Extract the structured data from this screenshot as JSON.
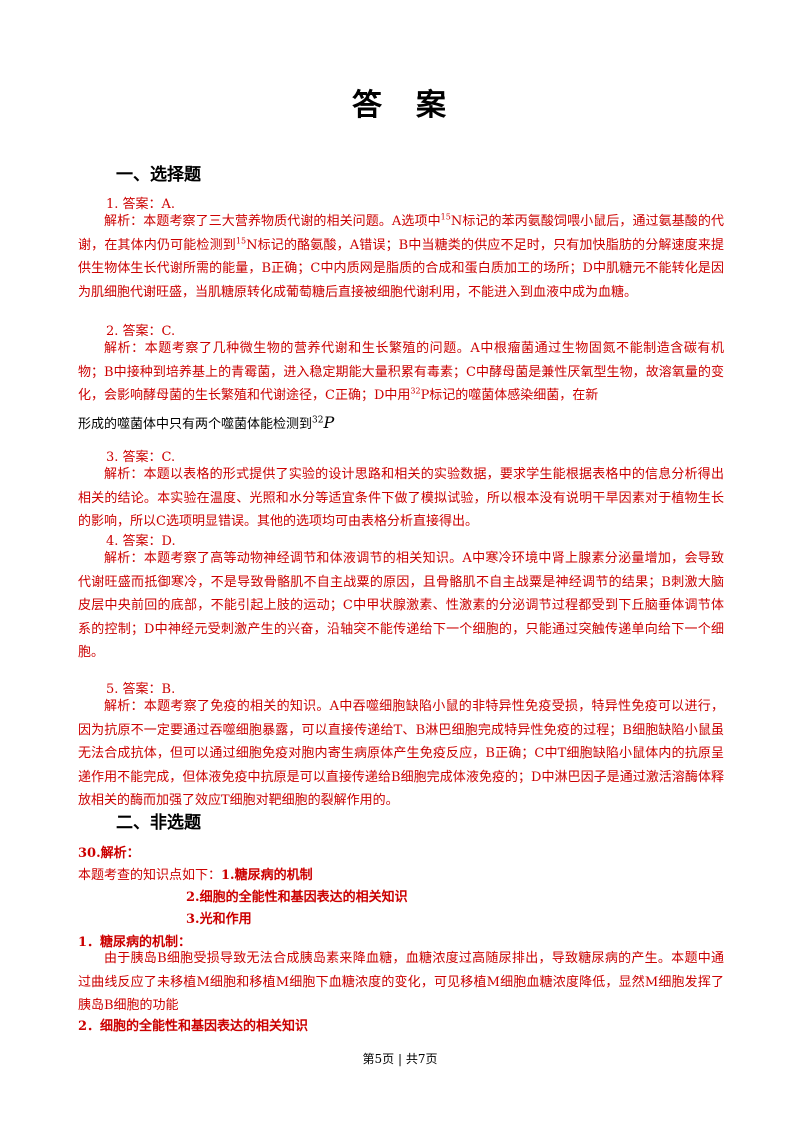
{
  "title": "答　案",
  "section1": "一、选择题",
  "section2": "二、非选题",
  "q1": {
    "answer": "1. 答案：A.",
    "analysis": [
      "解析：本题考察了三大营养物质代谢的相关问题。A选项中",
      "15",
      "N标记的苯丙氨酸饲喂小鼠后，通过氨基酸的代谢，在其体内仍可能检测到",
      "15",
      "N标记的酪氨酸，A错误；B中当糖类的供应不足时，只有加快脂肪的分解速度来提供生物体生长代谢所需的能量，B正确；C中内质网是脂质的合成和蛋白质加工的场所；D中肌糖元不能转化是因为肌细胞代谢旺盛，当肌糖原转化成葡萄糖后直接被细胞代谢利用，不能进入到血液中成为血糖。"
    ]
  },
  "q2": {
    "answer": "2. 答案：C.",
    "analysis": [
      "解析：本题考察了几种微生物的营养代谢和生长繁殖的问题。A中根瘤菌通过生物固氮不能制造含碳有机物；B中接种到培养基上的青霉菌，进入稳定期能大量积累有毒素；C中酵母菌是兼性厌氧型生物，故溶氧量的变化，会影响酵母菌的生长繁殖和代谢途径，C正确；D中用",
      "32",
      "P标记的噬菌体感染细菌，在新",
      "形成的噬菌体中只有两个噬菌体能检测到",
      "32",
      "P"
    ]
  },
  "q3": {
    "answer": "3. 答案：C.",
    "analysis": "解析：本题以表格的形式提供了实验的设计思路和相关的实验数据，要求学生能根据表格中的信息分析得出相关的结论。本实验在温度、光照和水分等适宜条件下做了模拟试验，所以根本没有说明干旱因素对于植物生长的影响，所以C选项明显错误。其他的选项均可由表格分析直接得出。"
  },
  "q4": {
    "answer": "4. 答案：D.",
    "analysis": "解析：本题考察了高等动物神经调节和体液调节的相关知识。A中寒冷环境中肾上腺素分泌量增加，会导致代谢旺盛而抵御寒冷，不是导致骨骼肌不自主战粟的原因，且骨骼肌不自主战粟是神经调节的结果；B刺激大脑皮层中央前回的底部，不能引起上肢的运动；C中甲状腺激素、性激素的分泌调节过程都受到下丘脑垂体调节体系的控制；D中神经元受刺激产生的兴奋，沿轴突不能传递给下一个细胞的，只能通过突触传递单向给下一个细胞。"
  },
  "q5": {
    "answer": "5. 答案：B.",
    "analysis": "解析：本题考察了免疫的相关的知识。A中吞噬细胞缺陷小鼠的非特异性免疫受损，特异性免疫可以进行，因为抗原不一定要通过吞噬细胞暴露，可以直接传递给T、B淋巴细胞完成特异性免疫的过程；B细胞缺陷小鼠虽无法合成抗体，但可以通过细胞免疫对胞内寄生病原体产生免疫反应，B正确；C中T细胞缺陷小鼠体内的抗原呈递作用不能完成，但体液免疫中抗原是可以直接传递给B细胞完成体液免疫的；D中淋巴因子是通过激活溶酶体释放相关的酶而加强了效应T细胞对靶细胞的裂解作用的。"
  },
  "q30": {
    "heading": "30.解析：",
    "intro": "本题考查的知识点如下：",
    "points": [
      "1.糖尿病的机制",
      "2.细胞的全能性和基因表达的相关知识",
      "3.光和作用"
    ],
    "sub1_heading": "1．糖尿病的机制：",
    "sub1_text": "由于胰岛B细胞受损导致无法合成胰岛素来降血糖，血糖浓度过高随尿排出，导致糖尿病的产生。本题中通过曲线反应了未移植M细胞和移植M细胞下血糖浓度的变化，可见移植M细胞血糖浓度降低，显然M细胞发挥了胰岛B细胞的功能",
    "sub2_heading": "2．细胞的全能性和基因表达的相关知识"
  },
  "footer": "第5页 | 共7页"
}
